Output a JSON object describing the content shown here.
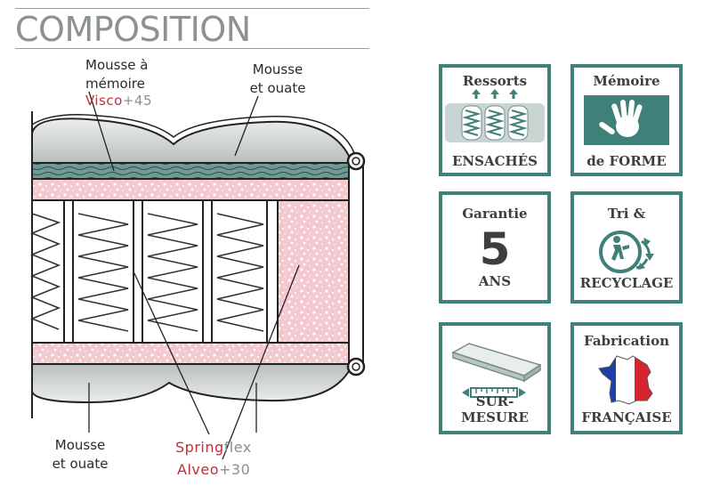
{
  "heading": "COMPOSITION",
  "labels": {
    "top_left_line1": "Mousse à",
    "top_left_line2": "mémoire",
    "visco_text": "Visco",
    "visco_suffix": "+45",
    "top_right_line1": "Mousse",
    "top_right_line2": "et ouate",
    "bottom_left_line1": "Mousse",
    "bottom_left_line2": "et ouate",
    "spring_red": "Spring",
    "spring_grey": "flex",
    "alveo_red": "Alveo",
    "alveo_suffix": "+30"
  },
  "badges": {
    "ressorts": {
      "top": "Ressorts",
      "bottom": "ENSACHÉS",
      "icon": "pocket-springs-icon"
    },
    "memoire": {
      "top": "Mémoire",
      "bottom": "de FORME",
      "icon": "hand-print-icon"
    },
    "garantie": {
      "top": "Garantie",
      "number": "5",
      "bottom": "ANS"
    },
    "tri": {
      "top": "Tri &",
      "bottom": "RECYCLAGE",
      "icon": "triman-recycling-icon"
    },
    "sur_mesure": {
      "bottom": "SUR-MESURE",
      "icon": "mattress-ruler-icon"
    },
    "fabrication": {
      "top": "Fabrication",
      "bottom": "FRANÇAISE",
      "icon": "france-flag-map-icon"
    }
  },
  "colors": {
    "badge_border": "#3f8179",
    "foam_pink": "#f3c8cf",
    "visco_green": "#6f9a96",
    "brand_red": "#c22e3a"
  }
}
